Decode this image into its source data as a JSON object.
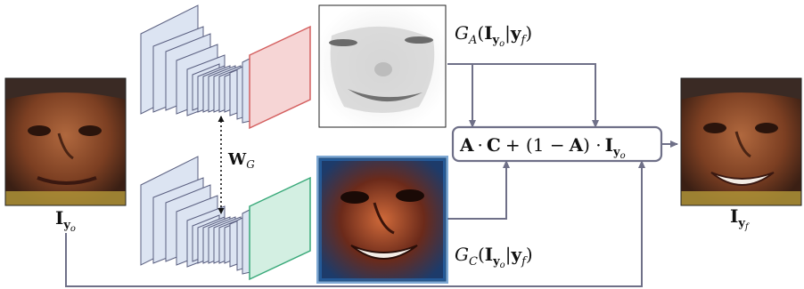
{
  "labels": {
    "input_main": "I",
    "input_sub": "y",
    "input_subsub": "o",
    "output_main": "I",
    "output_sub": "y",
    "output_subsub": "f",
    "weights_main": "W",
    "weights_sub": "G",
    "ga_prefix": "G",
    "ga_sub": "A",
    "gc_prefix": "G",
    "gc_sub": "C",
    "gen_I": "I",
    "gen_y": "y",
    "gen_o": "o",
    "gen_cond": "y",
    "gen_f": "f",
    "formula_A": "A",
    "formula_dot": "·",
    "formula_C": "C",
    "formula_plus": "+ (1 −",
    "formula_A2": "A",
    "formula_close": ") ·",
    "formula_I": "I",
    "formula_y": "y",
    "formula_o": "o"
  },
  "colors": {
    "arrow": "#6f7088",
    "block_fill": "#dce4f2",
    "block_stroke": "#5a5f80",
    "attention_fill": "#f6d5d5",
    "attention_edge": "#d46060",
    "color_fill": "#d3efe2",
    "color_edge": "#3aa97a",
    "skin": "#8a4a2a"
  }
}
